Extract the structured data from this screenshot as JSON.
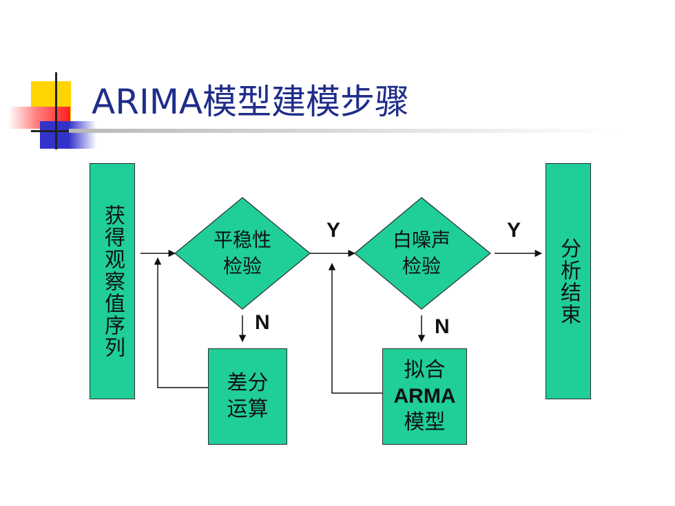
{
  "title": "ARIMA模型建模步骤",
  "nodes": {
    "start": "获得观察值序列",
    "stationarity": {
      "line1": "平稳性",
      "line2": "检验"
    },
    "whitenoise": {
      "line1": "白噪声",
      "line2": "检验"
    },
    "diff": {
      "line1": "差分",
      "line2": "运算"
    },
    "arma": {
      "line1": "拟合",
      "line2": "ARMA",
      "line3": "模型"
    },
    "end": "分析结束"
  },
  "labels": {
    "yes1": "Y",
    "yes2": "Y",
    "no1": "N",
    "no2": "N"
  },
  "colors": {
    "node_fill": "#1fce98",
    "title": "#1f2d8a",
    "deco_yellow": "#ffd400",
    "deco_red": "#ff2a2a",
    "deco_blue": "#3333cc"
  }
}
